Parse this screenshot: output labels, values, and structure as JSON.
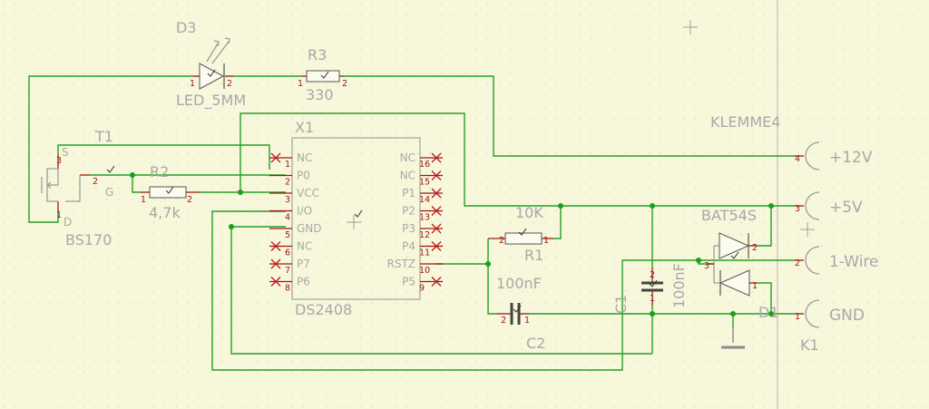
{
  "schematic": {
    "components": {
      "d3": {
        "name": "D3",
        "value": "LED_5MM",
        "pins": [
          "1",
          "2"
        ]
      },
      "r3": {
        "name": "R3",
        "value": "330",
        "pins": [
          "1",
          "2"
        ]
      },
      "t1": {
        "name": "T1",
        "value": "BS170",
        "pins": [
          "3",
          "1",
          "2"
        ],
        "terminals": [
          "S",
          "D",
          "G"
        ]
      },
      "r2": {
        "name": "R2",
        "value": "4,7k",
        "pins": [
          "1",
          "2"
        ]
      },
      "x1": {
        "name": "X1",
        "value": "DS2408",
        "left_pins": [
          {
            "label": "NC",
            "num": "1"
          },
          {
            "label": "P0",
            "num": "2"
          },
          {
            "label": "VCC",
            "num": "3"
          },
          {
            "label": "I/O",
            "num": "4"
          },
          {
            "label": "GND",
            "num": "5"
          },
          {
            "label": "NC",
            "num": "6"
          },
          {
            "label": "P7",
            "num": "7"
          },
          {
            "label": "P6",
            "num": "8"
          }
        ],
        "right_pins": [
          {
            "label": "NC",
            "num": "16"
          },
          {
            "label": "NC",
            "num": "15"
          },
          {
            "label": "P1",
            "num": "14"
          },
          {
            "label": "P2",
            "num": "13"
          },
          {
            "label": "P3",
            "num": "12"
          },
          {
            "label": "P4",
            "num": "11"
          },
          {
            "label": "RSTZ",
            "num": "10"
          },
          {
            "label": "P5",
            "num": "9"
          }
        ]
      },
      "r1": {
        "name": "R1",
        "value": "10K",
        "pins": [
          "2",
          "1"
        ]
      },
      "c2": {
        "name": "C2",
        "value": "100nF",
        "pins": [
          "2",
          "1"
        ]
      },
      "c1": {
        "name": "C1",
        "value": "100nF",
        "pins": [
          "2",
          "1"
        ]
      },
      "d1": {
        "name": "D1",
        "value": "BAT54S",
        "pins": [
          "2",
          "3",
          "1"
        ]
      },
      "k1": {
        "name": "K1",
        "value": "KLEMME4",
        "terminals": [
          {
            "label": "+12V",
            "num": "4"
          },
          {
            "label": "+5V",
            "num": "3"
          },
          {
            "label": "1-Wire",
            "num": "2"
          },
          {
            "label": "GND",
            "num": "1"
          }
        ]
      }
    },
    "colors": {
      "background": "#f7f7dc",
      "wire": "#24a024",
      "component": "#9c9c9c",
      "pin": "#a01818",
      "unconnected": "#c01818"
    }
  }
}
